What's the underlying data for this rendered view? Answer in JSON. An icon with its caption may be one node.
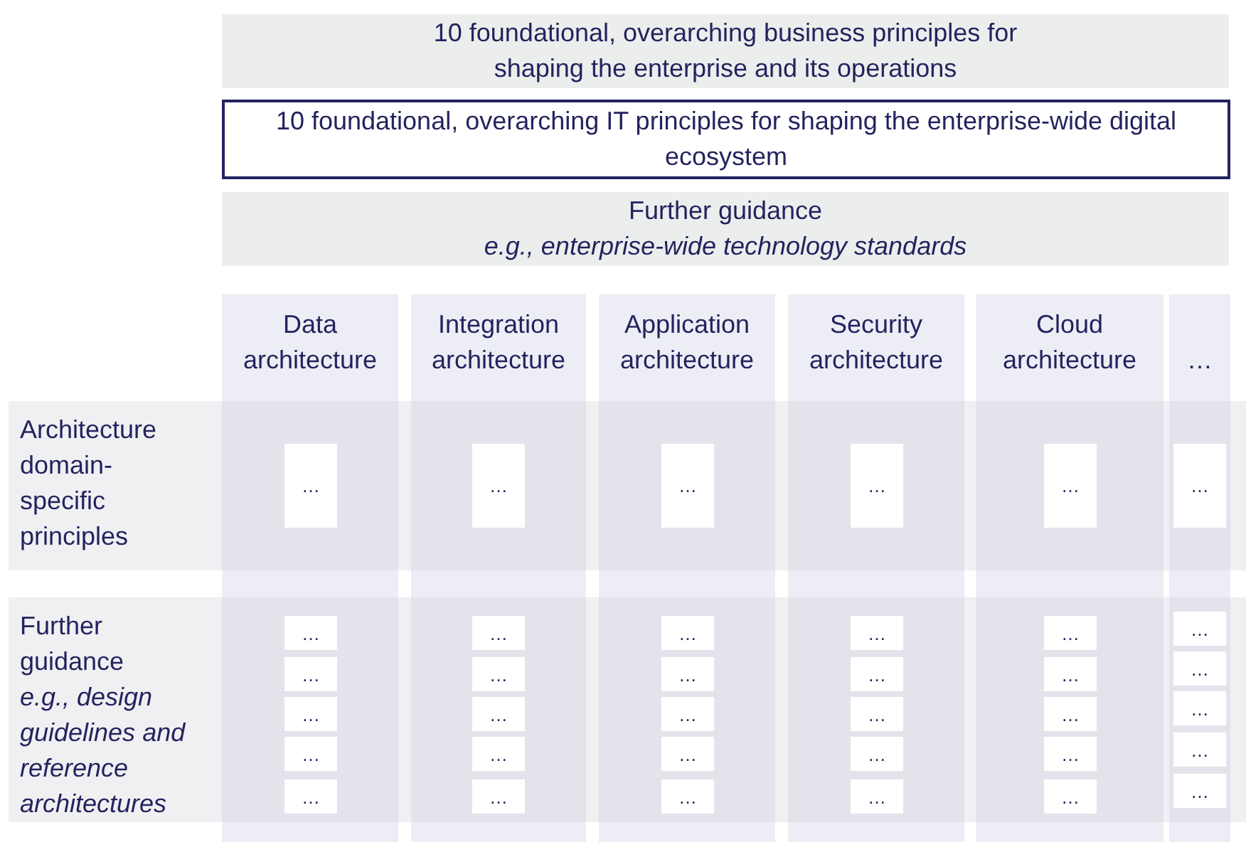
{
  "diagram": {
    "nodes": [
      {
        "text": [
          "10 foundational, overarching business principles for shaping the enterprise and its operations"
        ]
      },
      {
        "text": [
          "10 foundational, overarching IT principles for shaping the enterprise-wide digital ecosystem"
        ]
      },
      {
        "text": [
          "Further guidance",
          "e.g., enterprise-wide technology standards"
        ]
      },
      {
        "text": [
          "Data architecture"
        ]
      },
      {
        "text": [
          "Integration architecture"
        ]
      },
      {
        "text": [
          "Application architecture"
        ]
      },
      {
        "text": [
          "Security architecture"
        ]
      },
      {
        "text": [
          "Cloud architecture"
        ]
      },
      {
        "text": [
          "…"
        ]
      },
      {
        "text": [
          "Architecture domain-specific principles"
        ]
      },
      {
        "text": [
          "Further guidance",
          "e.g., design guidelines and reference architectures"
        ]
      },
      {
        "text": [
          "…"
        ]
      },
      {
        "text": [
          "…"
        ]
      },
      {
        "text": [
          "…"
        ]
      },
      {
        "text": [
          "…"
        ]
      },
      {
        "text": [
          "…"
        ]
      },
      {
        "text": [
          "…"
        ]
      },
      {
        "text": [
          "…"
        ]
      },
      {
        "text": [
          "…"
        ]
      },
      {
        "text": [
          "…"
        ]
      },
      {
        "text": [
          "…"
        ]
      },
      {
        "text": [
          "…"
        ]
      },
      {
        "text": [
          "…"
        ]
      },
      {
        "text": [
          "…"
        ]
      },
      {
        "text": [
          "…"
        ]
      },
      {
        "text": [
          "…"
        ]
      },
      {
        "text": [
          "…"
        ]
      },
      {
        "text": [
          "…"
        ]
      },
      {
        "text": [
          "…"
        ]
      },
      {
        "text": [
          "…"
        ]
      },
      {
        "text": [
          "…"
        ]
      },
      {
        "text": [
          "…"
        ]
      },
      {
        "text": [
          "…"
        ]
      },
      {
        "text": [
          "…"
        ]
      },
      {
        "text": [
          "…"
        ]
      },
      {
        "text": [
          "…"
        ]
      },
      {
        "text": [
          "…"
        ]
      },
      {
        "text": [
          "…"
        ]
      },
      {
        "text": [
          "…"
        ]
      },
      {
        "text": [
          "…"
        ]
      },
      {
        "text": [
          "…"
        ]
      },
      {
        "text": [
          "…"
        ]
      },
      {
        "text": [
          "…"
        ]
      },
      {
        "text": [
          "…"
        ]
      },
      {
        "text": [
          "…"
        ]
      },
      {
        "text": [
          "…"
        ]
      },
      {
        "text": [
          "…"
        ]
      }
    ]
  }
}
